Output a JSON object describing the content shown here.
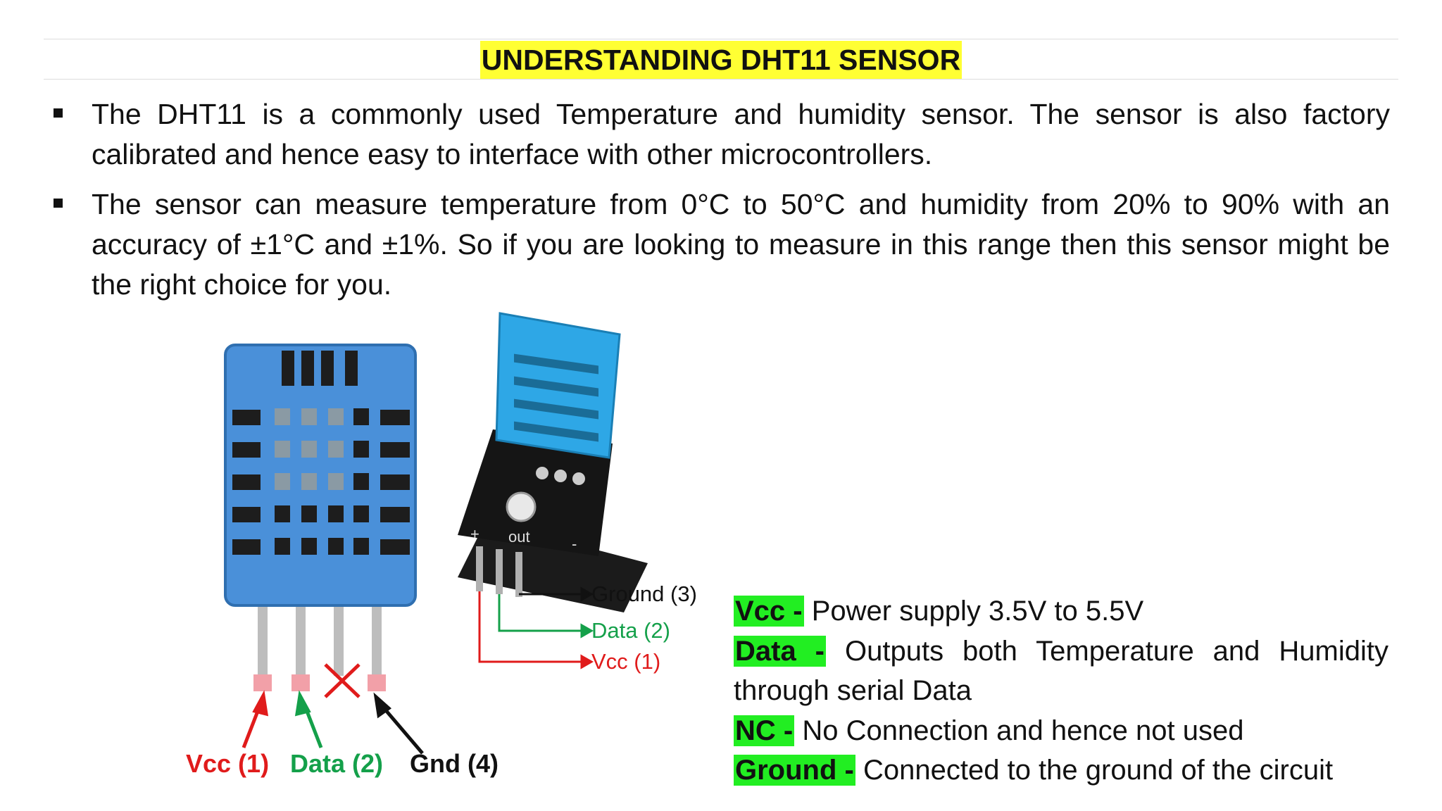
{
  "title": "UNDERSTANDING DHT11 SENSOR",
  "bullets": [
    "The DHT11 is a commonly used Temperature and humidity sensor. The sensor is also factory calibrated and hence easy to interface with other microcontrollers.",
    "The sensor can measure temperature from 0°C to 50°C and humidity from 20% to 90% with an accuracy of ±1°C and ±1%. So if you are looking to measure in this range then this sensor might be the right choice for you."
  ],
  "bare_sensor_labels": {
    "vcc": "Vcc (1)",
    "data": "Data (2)",
    "gnd": "Gnd (4)"
  },
  "module_labels": {
    "ground": "Ground (3)",
    "data": "Data (2)",
    "vcc": "Vcc (1)",
    "silkscreen_out": "out",
    "silkscreen_plus": "+",
    "silkscreen_minus": "-"
  },
  "pins": [
    {
      "tag": "Vcc -",
      "desc": "Power supply 3.5V to 5.5V"
    },
    {
      "tag": "Data -",
      "desc": "Outputs both Temperature and Humidity through serial Data"
    },
    {
      "tag": "NC -",
      "desc": "No Connection and hence not used"
    },
    {
      "tag": "Ground -",
      "desc": "Connected to the ground of the circuit"
    }
  ],
  "colors": {
    "title_highlight": "#ffff33",
    "pin_highlight": "#22ee22",
    "sensor_blue": "#4a90d9",
    "vcc_red": "#e01b1b",
    "data_green": "#14a04a"
  }
}
